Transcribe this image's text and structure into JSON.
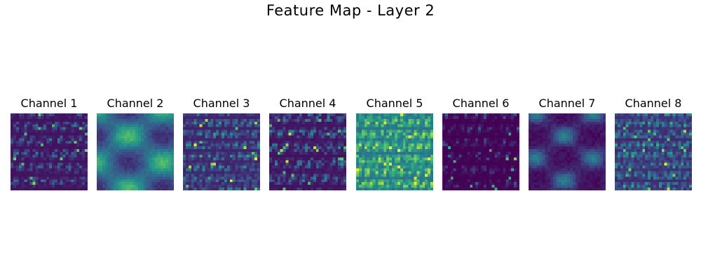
{
  "figure_title": "Feature Map - Layer 2",
  "colormap": [
    "#440154",
    "#3b528b",
    "#21918c",
    "#5ec962",
    "#fde725"
  ],
  "chart_data": [
    {
      "type": "heatmap",
      "title": "Channel 1",
      "grid": [
        28,
        28
      ],
      "colormap": "viridis"
    },
    {
      "type": "heatmap",
      "title": "Channel 2",
      "grid": [
        28,
        28
      ],
      "colormap": "viridis"
    },
    {
      "type": "heatmap",
      "title": "Channel 3",
      "grid": [
        28,
        28
      ],
      "colormap": "viridis"
    },
    {
      "type": "heatmap",
      "title": "Channel 4",
      "grid": [
        28,
        28
      ],
      "colormap": "viridis"
    },
    {
      "type": "heatmap",
      "title": "Channel 5",
      "grid": [
        28,
        28
      ],
      "colormap": "viridis"
    },
    {
      "type": "heatmap",
      "title": "Channel 6",
      "grid": [
        28,
        28
      ],
      "colormap": "viridis"
    },
    {
      "type": "heatmap",
      "title": "Channel 7",
      "grid": [
        28,
        28
      ],
      "colormap": "viridis"
    },
    {
      "type": "heatmap",
      "title": "Channel 8",
      "grid": [
        28,
        28
      ],
      "colormap": "viridis"
    }
  ]
}
